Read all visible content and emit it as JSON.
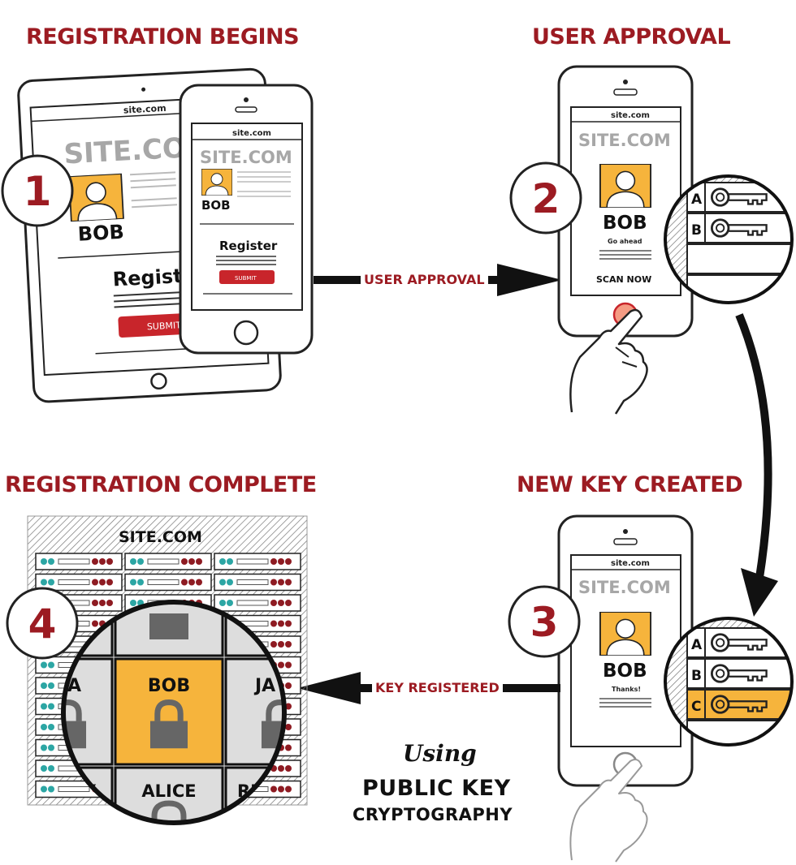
{
  "steps": {
    "s1": {
      "number": "1",
      "heading": "REGISTRATION BEGINS"
    },
    "s2": {
      "number": "2",
      "heading": "USER APPROVAL"
    },
    "s3": {
      "number": "3",
      "heading": "NEW KEY CREATED"
    },
    "s4": {
      "number": "4",
      "heading": "REGISTRATION COMPLETE"
    }
  },
  "arrows": {
    "user_approval": "USER APPROVAL",
    "key_registered": "KEY REGISTERED"
  },
  "tablet": {
    "url": "site.com",
    "site": "SITE.COM",
    "user": "BOB",
    "register": "Register",
    "submit": "SUBMIT"
  },
  "phone1": {
    "url": "site.com",
    "site": "SITE.COM",
    "user": "BOB",
    "register": "Register",
    "submit": "SUBMIT"
  },
  "phone2": {
    "url": "site.com",
    "site": "SITE.COM",
    "user": "BOB",
    "message": "Go ahead",
    "scan": "SCAN NOW"
  },
  "phone3": {
    "url": "site.com",
    "site": "SITE.COM",
    "user": "BOB",
    "message": "Thanks!"
  },
  "keys": {
    "a": "A",
    "b": "B",
    "c": "C"
  },
  "server": {
    "site": "SITE.COM",
    "center": "BOB",
    "bottom": "ALICE",
    "left_partial": "A",
    "right_partial": "JA",
    "bottom_left_partial": "Y",
    "bottom_right_partial": "RI"
  },
  "footer": {
    "using": "Using",
    "line1": "PUBLIC KEY",
    "line2": "CRYPTOGRAPHY"
  },
  "colors": {
    "accent": "#9c1b22",
    "highlight": "#f6b43c",
    "server_teal": "#2ca6a4",
    "server_red": "#8e1b22",
    "ink": "#111111"
  }
}
